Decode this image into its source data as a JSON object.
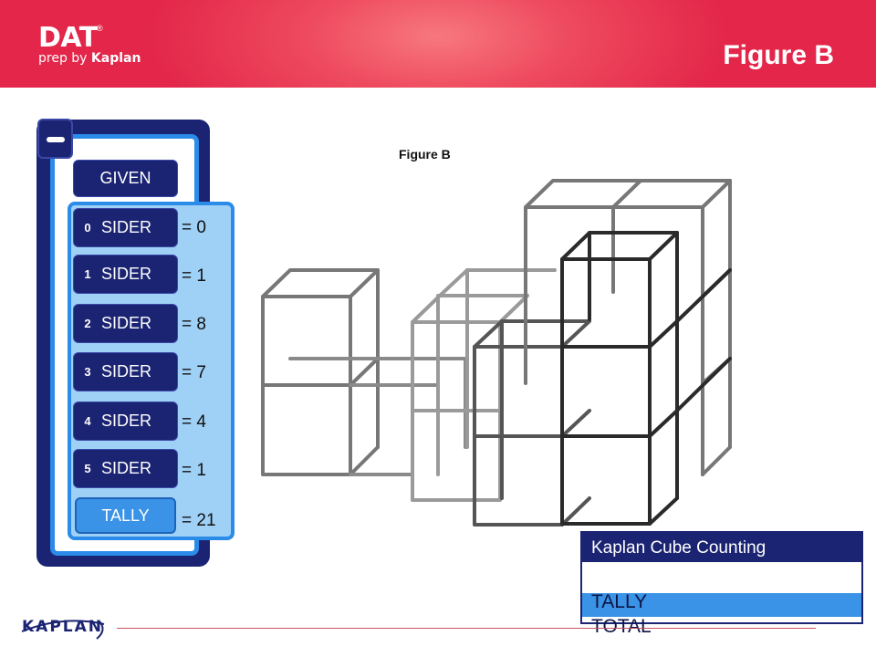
{
  "header": {
    "brand": "DAT",
    "brand_reg": "®",
    "brand_sub_prefix": "prep by ",
    "brand_sub_bold": "Kaplan",
    "title": "Figure B"
  },
  "panel": {
    "given_label": "GIVEN",
    "siders": [
      {
        "num": "0",
        "label": "SIDER",
        "value": "= 0"
      },
      {
        "num": "1",
        "label": "SIDER",
        "value": "= 1"
      },
      {
        "num": "2",
        "label": "SIDER",
        "value": "= 8"
      },
      {
        "num": "3",
        "label": "SIDER",
        "value": "= 7"
      },
      {
        "num": "4",
        "label": "SIDER",
        "value": "= 4"
      },
      {
        "num": "5",
        "label": "SIDER",
        "value": "= 1"
      }
    ],
    "tally_label": "TALLY",
    "tally_value": "= 21"
  },
  "figure": {
    "caption": "Figure B"
  },
  "cube_counting": {
    "title": "Kaplan Cube Counting",
    "tally_label": "TALLY",
    "total_label": "TOTAL"
  },
  "footer": {
    "brand": "KAPLAN"
  },
  "colors": {
    "banner": "#e3264a",
    "navy": "#1b2472",
    "blue": "#2a8be8",
    "light_blue": "#9fd0f6",
    "tally_blue": "#3a93e6"
  }
}
